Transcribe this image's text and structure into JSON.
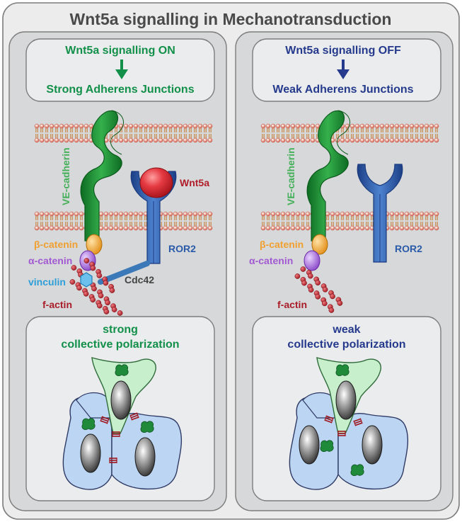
{
  "title": "Wnt5a signalling in Mechanotransduction",
  "colors": {
    "background_outer": "#ececec",
    "panel": "#d7d8d9",
    "header_box": "#ebeced",
    "green_text": "#12904a",
    "navy_text": "#253a8c",
    "cadherin_green": "#1e9438",
    "wnt5a_red": "#d92b34",
    "ror2_blue": "#2a5aa8",
    "beta_catenin": "#f3a72f",
    "alpha_catenin": "#a368d8",
    "vinculin": "#3aa4dc",
    "factin": "#bf2a36",
    "cdc42_line": "#3b79b8",
    "cell_green": "#c7efcc",
    "cell_blue": "#bcd5f2"
  },
  "panels": [
    {
      "id": "on",
      "header_line1": "Wnt5a signalling ON",
      "header_line2": "Strong Adherens Junctions",
      "arrow_icon": "arrow-down-icon",
      "labels": {
        "cadherin": "VE-cadherin",
        "wnt5a": "Wnt5a",
        "ror2": "ROR2",
        "beta": "β-catenin",
        "alpha": "α-catenin",
        "vinculin": "vinculin",
        "cdc42": "Cdc42",
        "factin": "f-actin"
      },
      "polarization_line1": "strong",
      "polarization_line2": "collective polarization"
    },
    {
      "id": "off",
      "header_line1": "Wnt5a signalling OFF",
      "header_line2": "Weak Adherens Junctions",
      "arrow_icon": "arrow-down-icon",
      "labels": {
        "cadherin": "VE-cadherin",
        "ror2": "ROR2",
        "beta": "β-catenin",
        "alpha": "α-catenin",
        "factin": "f-actin"
      },
      "polarization_line1": "weak",
      "polarization_line2": "collective polarization"
    }
  ]
}
